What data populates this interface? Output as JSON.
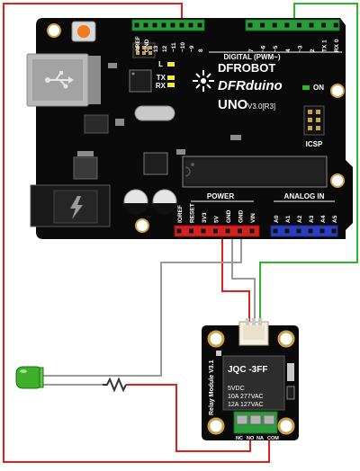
{
  "board": {
    "brand": "DFROBOT",
    "model": "DFRduino",
    "uno": "UNO",
    "version": "V3.0[R3]",
    "digital_label": "DIGITAL (PWM~)",
    "power_label": "POWER",
    "analog_label": "ANALOG IN",
    "icsp_label": "ICSP",
    "on_label": "ON",
    "led_l": "L",
    "led_tx": "TX",
    "led_rx": "RX",
    "header_top_left": [
      "AREF",
      "GND",
      "13",
      "12",
      "~11",
      "~10",
      "~9",
      "8"
    ],
    "header_top_right": [
      "7",
      "~6",
      "~5",
      "4",
      "~3",
      "2",
      "TX 1",
      "RX 0"
    ],
    "power_pins": [
      "IOREF",
      "RESET",
      "3V3",
      "5V",
      "GND",
      "GND",
      "VIN"
    ],
    "analog_pins": [
      "A0",
      "A1",
      "A2",
      "A3",
      "A4",
      "A5"
    ]
  },
  "relay": {
    "module_label": "Relay Module V3.1",
    "part": "JQC -3FF",
    "specs": [
      "5VDC",
      "10A  277VAC",
      "12A  127VAC"
    ],
    "terminals": [
      "NC",
      "NO",
      "NA",
      "COM"
    ]
  },
  "colors": {
    "wire_red": "#e0201b",
    "wire_green": "#2bb62b",
    "wire_gray": "#9a9a9a",
    "board": "#0a0a0a",
    "header_green": "#2a9d3a",
    "header_red": "#d62020",
    "header_blue": "#2a3fbf"
  }
}
